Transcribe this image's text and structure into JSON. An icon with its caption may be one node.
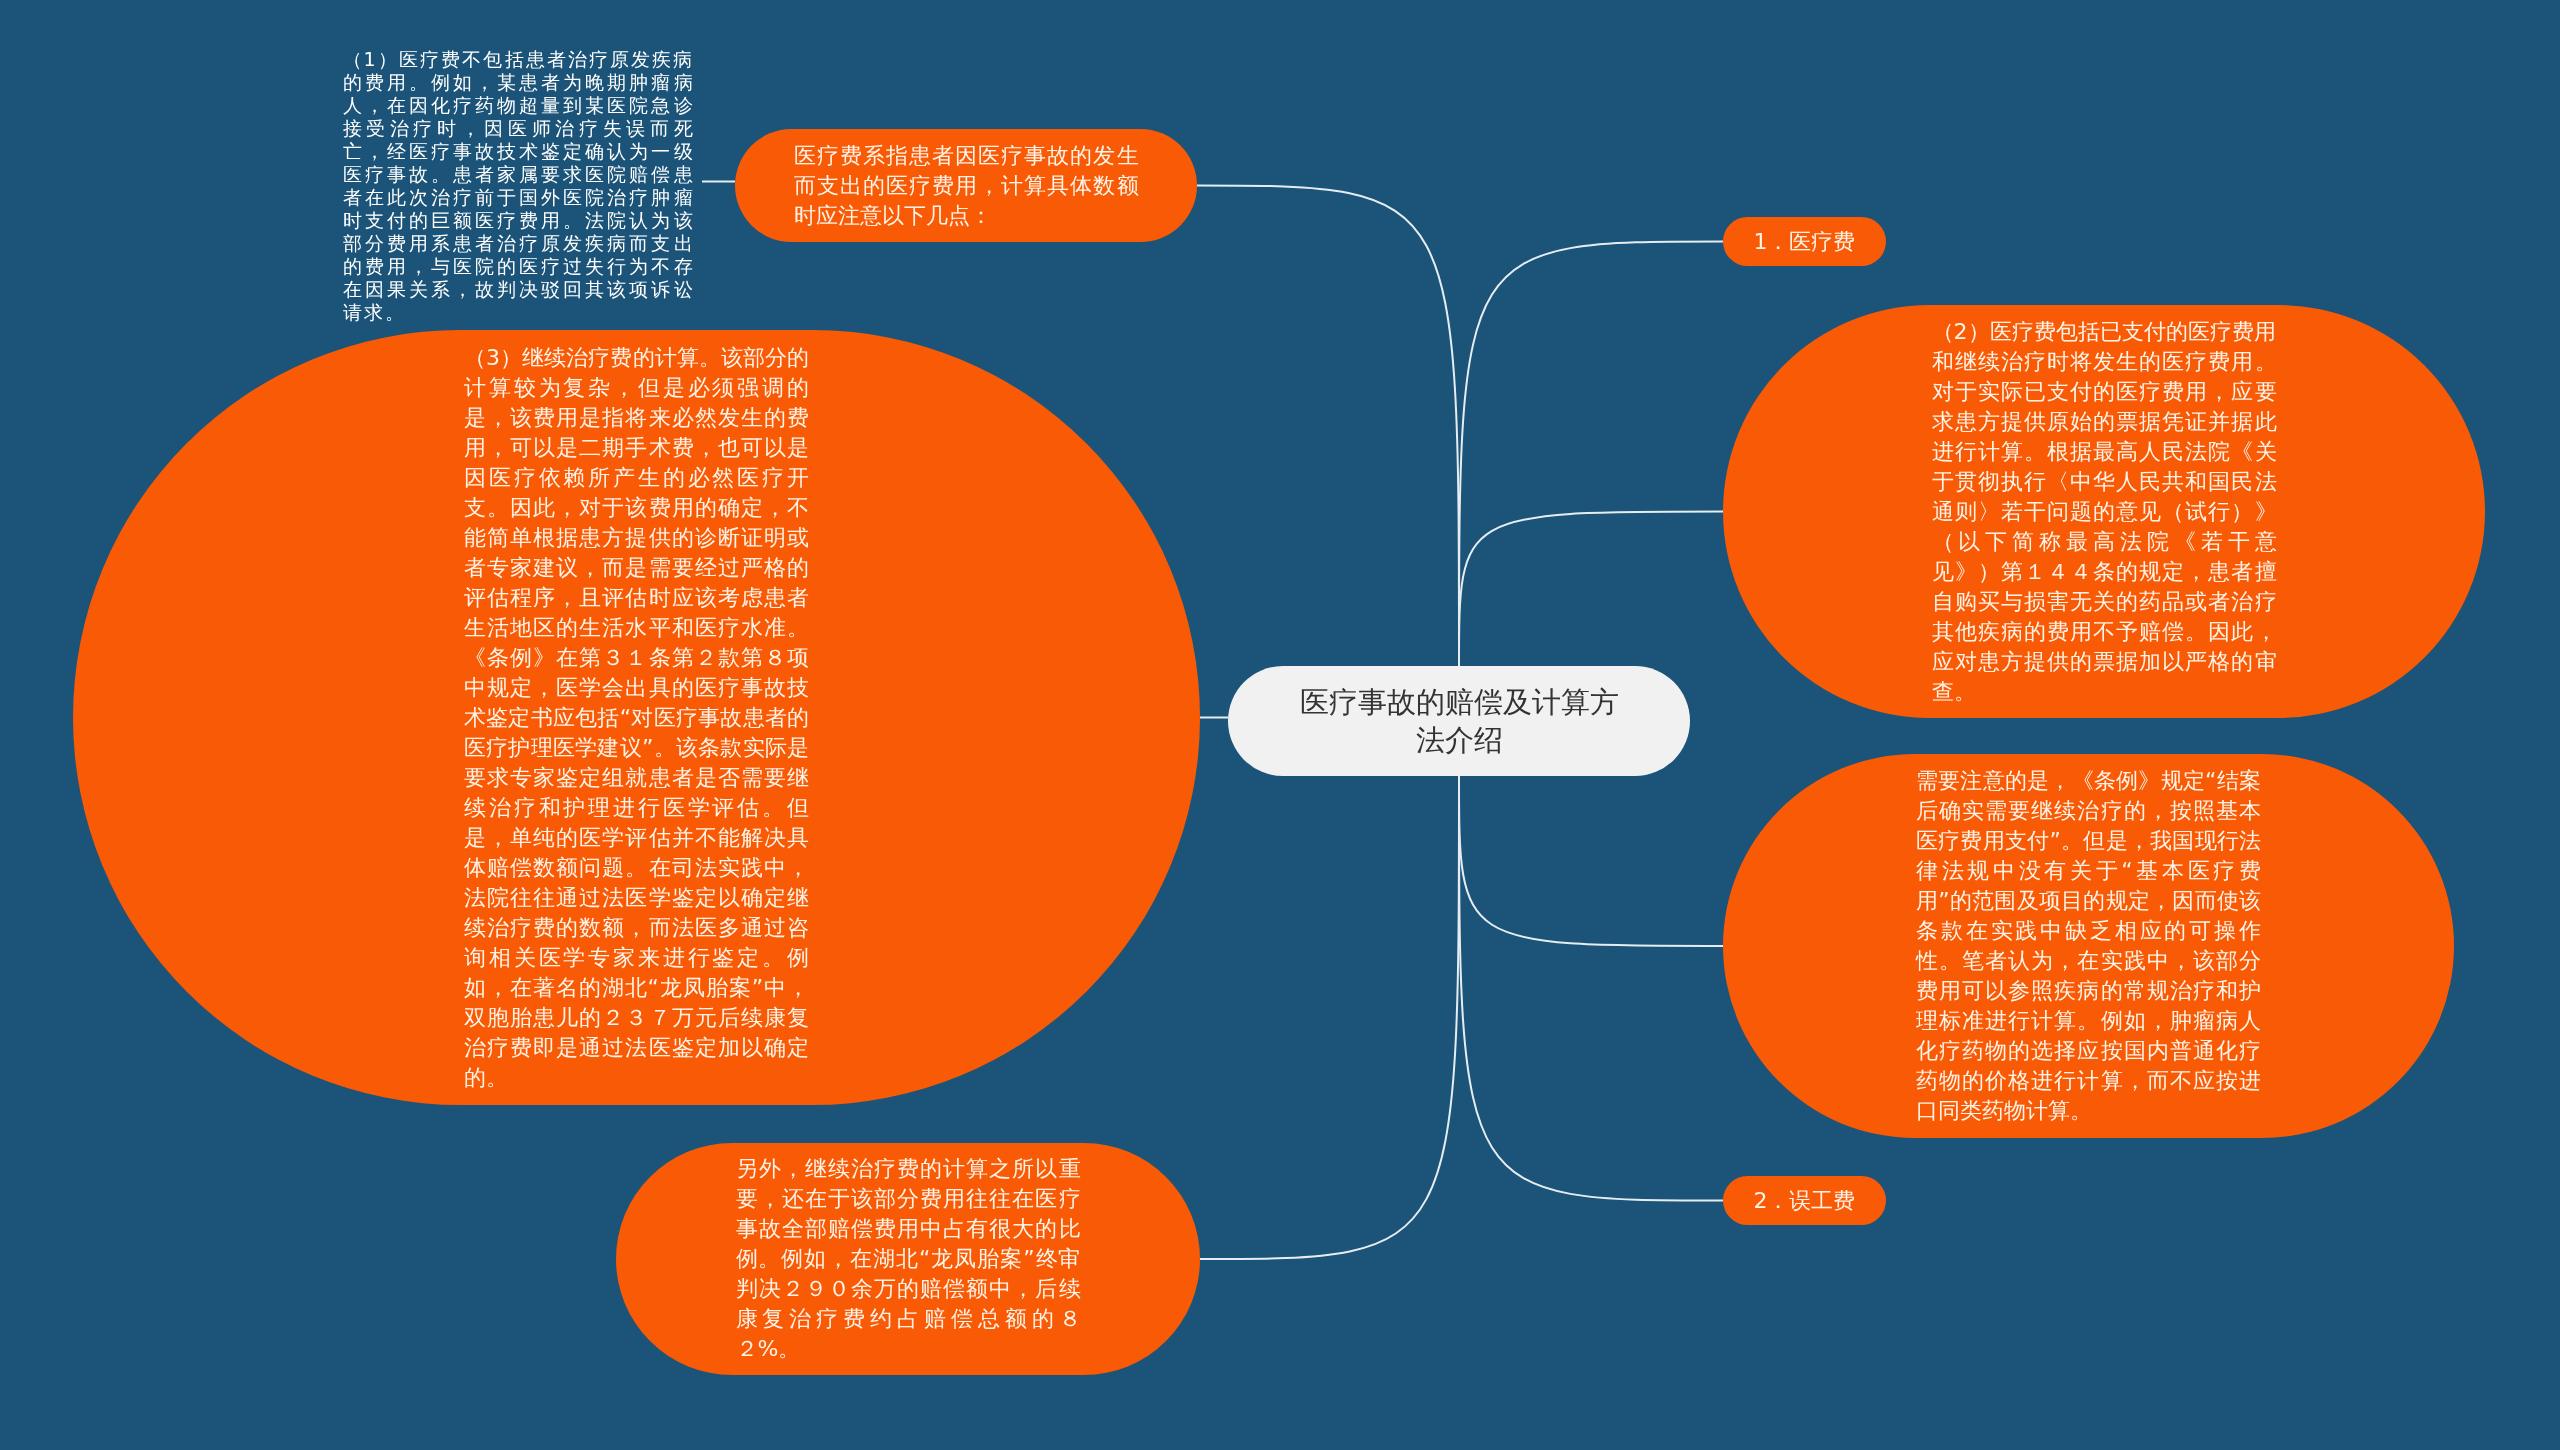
{
  "diagram": {
    "nodes": [
      {
        "text": [
          "医疗事故的赔偿及计算方法介绍"
        ]
      },
      {
        "text": [
          "1．医疗费"
        ]
      },
      {
        "text": [
          "（2）医疗费包括已支付的医疗费用和继续治疗时将发生的医疗费用。对于实际已支付的医疗费用，应要求患方提供原始的票据凭证并据此进行计算。根据最高人民法院《关于贯彻执行〈中华人民共和国民法通则〉若干问题的意见（试行）》（以下简称最高法院《若干意见》）第１４４条的规定，患者擅自购买与损害无关的药品或者治疗其他疾病的费用不予赔偿。因此，应对患方提供的票据加以严格的审查。"
        ]
      },
      {
        "text": [
          "需要注意的是，《条例》规定“结案后确实需要继续治疗的，按照基本医疗费用支付”。但是，我国现行法律法规中没有关于“基本医疗费用”的范围及项目的规定，因而使该条款在实践中缺乏相应的可操作性。笔者认为，在实践中，该部分费用可以参照疾病的常规治疗和护理标准进行计算。例如，肿瘤病人化疗药物的选择应按国内普通化疗药物的价格进行计算，而不应按进口同类药物计算。"
        ]
      },
      {
        "text": [
          "2．误工费"
        ]
      },
      {
        "text": [
          "医疗费系指患者因医疗事故的发生而支出的医疗费用，计算具体数额时应注意以下几点："
        ]
      },
      {
        "text": [
          "（1）医疗费不包括患者治疗原发疾病的费用。例如，某患者为晚期肿瘤病人，在因化疗药物超量到某医院急诊接受治疗时，因医师治疗失误而死亡，经医疗事故技术鉴定确认为一级医疗事故。患者家属要求医院赔偿患者在此次治疗前于国外医院治疗肿瘤时支付的巨额医疗费用。法院认为该部分费用系患者治疗原发疾病而支出的费用，与医院的医疗过失行为不存在因果关系，故判决驳回其该项诉讼请求。"
        ]
      },
      {
        "text": [
          "（3）继续治疗费的计算。该部分的计算较为复杂，但是必须强调的是，该费用是指将来必然发生的费用，可以是二期手术费，也可以是因医疗依赖所产生的必然医疗开支。因此，对于该费用的确定，不能简单根据患方提供的诊断证明或者专家建议，而是需要经过严格的评估程序，且评估时应该考虑患者生活地区的生活水平和医疗水准。《条例》在第３１条第２款第８项中规定，医学会出具的医疗事故技术鉴定书应包括“对医疗事故患者的医疗护理医学建议”。该条款实际是要求专家鉴定组就患者是否需要继续治疗和护理进行医学评估。但是，单纯的医学评估并不能解决具体赔偿数额问题。在司法实践中，法院往往通过法医学鉴定以确定继续治疗费的数额，而法医多通过咨询相关医学专家来进行鉴定。例如，在著名的湖北“龙凤胎案”中，双胞胎患儿的２３７万元后续康复治疗费即是通过法医鉴定加以确定的。"
        ]
      },
      {
        "text": [
          "另外，继续治疗费的计算之所以重要，还在于该部分费用往往在医疗事故全部赔偿费用中占有很大的比例。例如，在湖北“龙凤胎案”终审判决２９０余万的赔偿额中，后续康复治疗费约占赔偿总额的８２%。"
        ]
      }
    ],
    "edges": [
      {
        "from": 0,
        "to": 1,
        "arrow": "none"
      },
      {
        "from": 0,
        "to": 2,
        "arrow": "none"
      },
      {
        "from": 0,
        "to": 3,
        "arrow": "none"
      },
      {
        "from": 0,
        "to": 4,
        "arrow": "none"
      },
      {
        "from": 0,
        "to": 5,
        "arrow": "none"
      },
      {
        "from": 5,
        "to": 6,
        "arrow": "none"
      },
      {
        "from": 0,
        "to": 7,
        "arrow": "none"
      },
      {
        "from": 0,
        "to": 8,
        "arrow": "none"
      }
    ]
  }
}
